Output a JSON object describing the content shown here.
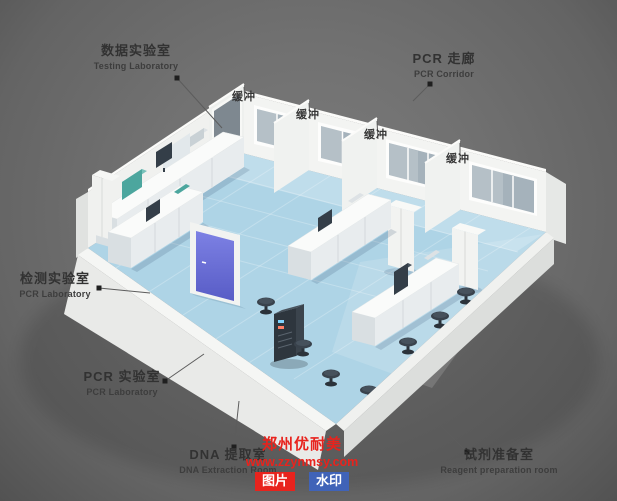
{
  "scene": {
    "description": "3D cutaway floor plan rendering of a PCR laboratory suite"
  },
  "callouts": {
    "testing_lab": {
      "zh": "数据实验室",
      "en": "Testing Laboratory"
    },
    "pcr_corridor": {
      "zh": "PCR 走廊",
      "en": "PCR Corridor"
    },
    "detection_lab": {
      "zh": "检测实验室",
      "en": "PCR Laboratory"
    },
    "pcr_lab": {
      "zh": "PCR 实验室",
      "en": "PCR Laboratory"
    },
    "dna_extraction": {
      "zh": "DNA 提取室",
      "en": "DNA Extraction Room"
    },
    "reagent_prep": {
      "zh": "试剂准备室",
      "en": "Reagent preparation room"
    },
    "buffers": [
      "缓冲",
      "缓冲",
      "缓冲",
      "缓冲"
    ]
  },
  "watermark": {
    "company": "郑州优耐美",
    "website": "www.zzynmsy.com",
    "tag_left": "图片",
    "tag_right": "水印"
  },
  "colors": {
    "background": "#6f6f6f",
    "floor": "#aed4e6",
    "wall": "#f2f3f1",
    "window": "#a5b2bb",
    "door_accent": "#6a6ed8",
    "watermark_red": "#e8231d",
    "tag_blue": "#4063b8"
  }
}
